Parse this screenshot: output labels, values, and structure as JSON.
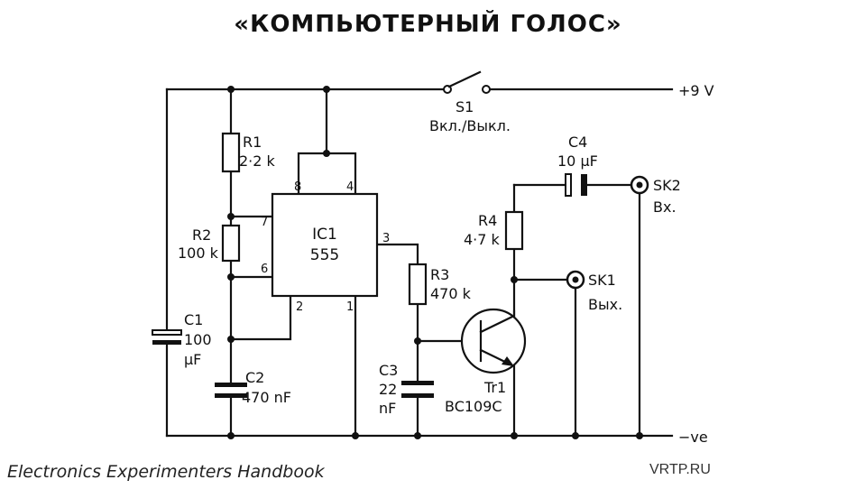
{
  "title": "«КОМПЬЮТЕРНЫЙ ГОЛОС»",
  "footer": {
    "source": "Electronics Experimenters Handbook",
    "site": "VRTP.RU"
  },
  "rails": {
    "positive": "+9 V",
    "negative": "−ve"
  },
  "switch": {
    "ref": "S1",
    "caption": "Вкл./Выкл."
  },
  "ic": {
    "ref": "IC1",
    "type": "555",
    "pins": {
      "p8": "8",
      "p4": "4",
      "p7": "7",
      "p6": "6",
      "p2": "2",
      "p1": "1",
      "p3": "3"
    }
  },
  "r1": {
    "ref": "R1",
    "value": "2·2 k"
  },
  "r2": {
    "ref": "R2",
    "value": "100 k"
  },
  "r3": {
    "ref": "R3",
    "value": "470 k"
  },
  "r4": {
    "ref": "R4",
    "value": "4·7 k"
  },
  "c1": {
    "ref": "C1",
    "value1": "100",
    "value2": "µF"
  },
  "c2": {
    "ref": "C2",
    "value": "470 nF"
  },
  "c3": {
    "ref": "C3",
    "value1": "22",
    "value2": "nF"
  },
  "c4": {
    "ref": "C4",
    "value": "10 µF"
  },
  "transistor": {
    "ref": "Tr1",
    "type": "BC109C"
  },
  "sk1": {
    "ref": "SK1",
    "caption": "Вых."
  },
  "sk2": {
    "ref": "SK2",
    "caption": "Вх."
  }
}
